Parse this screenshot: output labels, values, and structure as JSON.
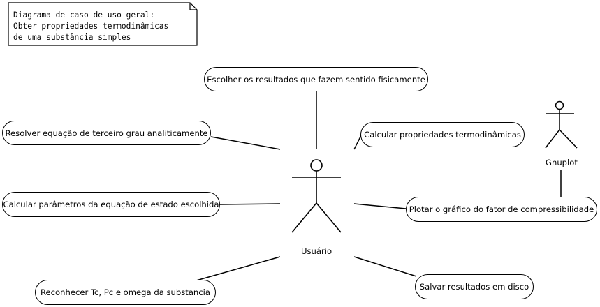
{
  "note": {
    "line1": "Diagrama de caso de uso geral:",
    "line2": "Obter propriedades termodinâmicas",
    "line3": "de uma substância simples"
  },
  "actors": {
    "usuario": "Usuário",
    "gnuplot": "Gnuplot"
  },
  "use_cases": {
    "escolher": "Escolher os resultados que fazem sentido fisicamente",
    "resolver": "Resolver equação de terceiro grau analiticamente",
    "calcular_prop": "Calcular propriedades termodinâmicas",
    "calcular_param": "Calcular parâmetros da equação de estado escolhida",
    "plotar": "Plotar o gráfico do fator de compressibilidade",
    "reconhecer": "Reconhecer Tc, Pc e omega da substancia",
    "salvar": "Salvar resultados em disco"
  }
}
